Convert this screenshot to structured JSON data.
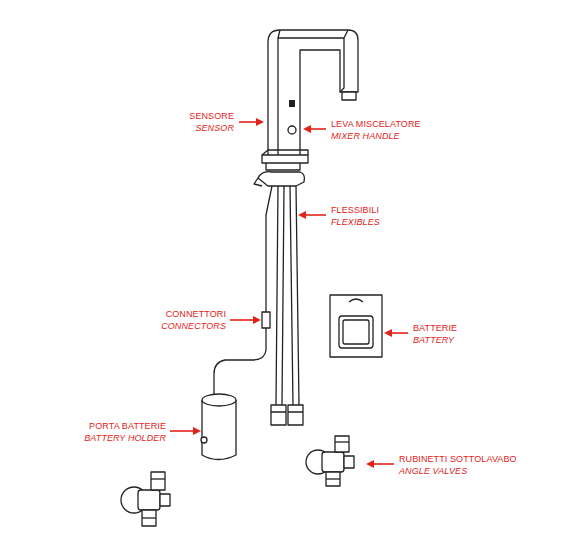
{
  "diagram": {
    "labels": [
      "SENSORE",
      "SENSOR",
      "LEVA MISCELATORE",
      "MIXER HANDLE",
      "FLESSIBILI",
      "FLEXIBLES",
      "CONNETTORI",
      "CONNECTORS",
      "BATTERIE",
      "BATTERY",
      "PORTA BATTERIE",
      "BATTERY HOLDER",
      "RUBINETTI SOTTOLAVABO",
      "ANGLE VALVES"
    ]
  }
}
